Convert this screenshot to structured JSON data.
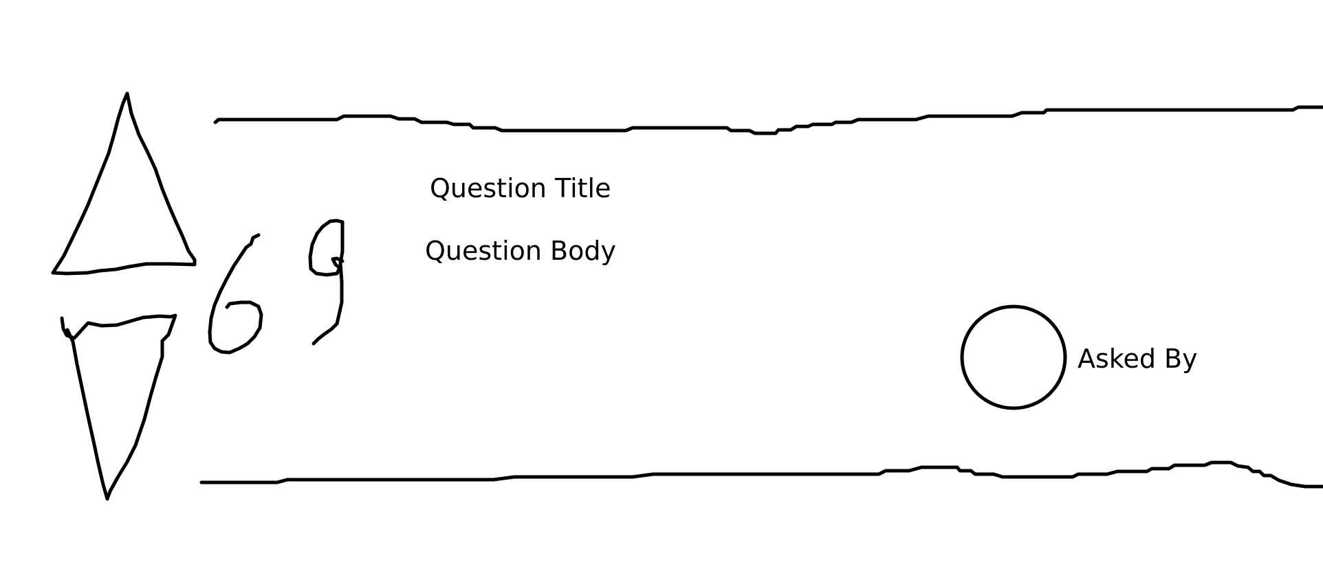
{
  "question": {
    "title_placeholder": "Question Title",
    "body_placeholder": "Question Body",
    "score": "69",
    "asked_by_label": "Asked By"
  },
  "icons": {
    "upvote": "upvote-triangle-icon",
    "downvote": "downvote-triangle-icon",
    "avatar": "avatar-circle-icon"
  },
  "colors": {
    "ink": "#000000",
    "background": "#ffffff"
  }
}
